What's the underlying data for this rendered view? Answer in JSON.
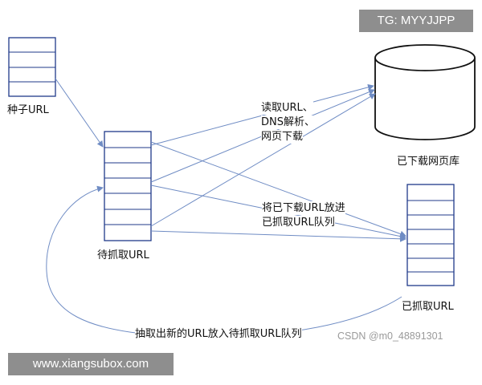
{
  "labels": {
    "seed_url": "种子URL",
    "pending_url": "待抓取URL",
    "fetch_text_line1": "读取URL、",
    "fetch_text_line2": "DNS解析、",
    "fetch_text_line3": "网页下载",
    "downloaded_db": "已下载网页库",
    "move_text_line1": "将已下载URL放进",
    "move_text_line2": "已抓取URL队列",
    "crawled_url": "已抓取URL",
    "loop_text": "抽取出新的URL放入待抓取URL队列"
  },
  "watermarks": {
    "top": "TG: MYYJJPP",
    "bottom": "www.xiangsubox.com",
    "csdn": "CSDN @m0_48891301"
  },
  "colors": {
    "box_stroke": "#1f3a8a",
    "arrow": "#6f8cc4",
    "db_stroke": "#111111"
  }
}
